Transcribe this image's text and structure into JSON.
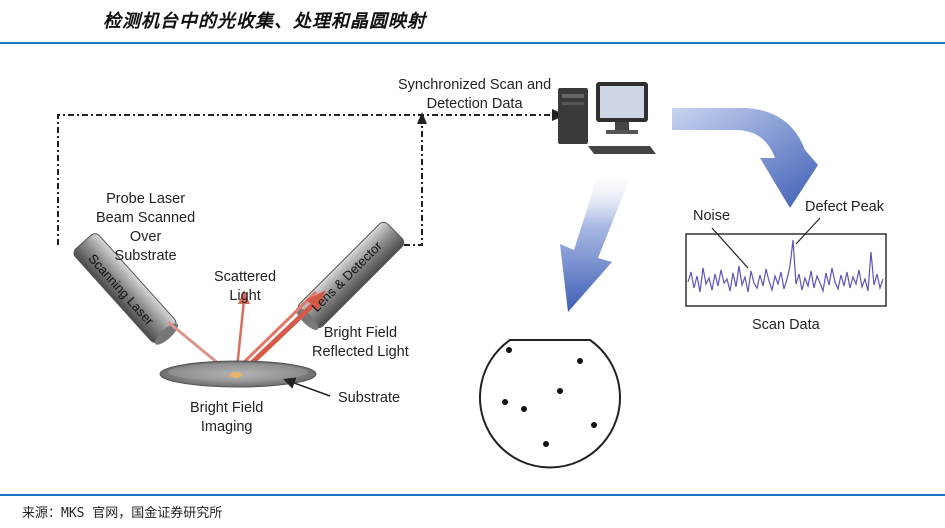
{
  "header": {
    "title": "检测机台中的光收集、处理和晶圆映射"
  },
  "diagram": {
    "sync_label": [
      "Synchronized Scan and",
      "Detection Data"
    ],
    "probe_label": [
      "Probe Laser",
      "Beam Scanned",
      "Over",
      "Substrate"
    ],
    "scattered_label": [
      "Scattered",
      "Light"
    ],
    "laser_tube_label": "Scanning Laser",
    "detector_tube_label": "Lens & Detector",
    "reflected_label": [
      "Bright Field",
      "Reflected Light"
    ],
    "substrate_label": "Substrate",
    "imaging_label": [
      "Bright Field",
      "Imaging"
    ],
    "noise_label": "Noise",
    "defect_label": "Defect Peak",
    "scan_data_label": "Scan Data"
  },
  "footer": {
    "source": "来源：MKS 官网，国金证券研究所"
  }
}
